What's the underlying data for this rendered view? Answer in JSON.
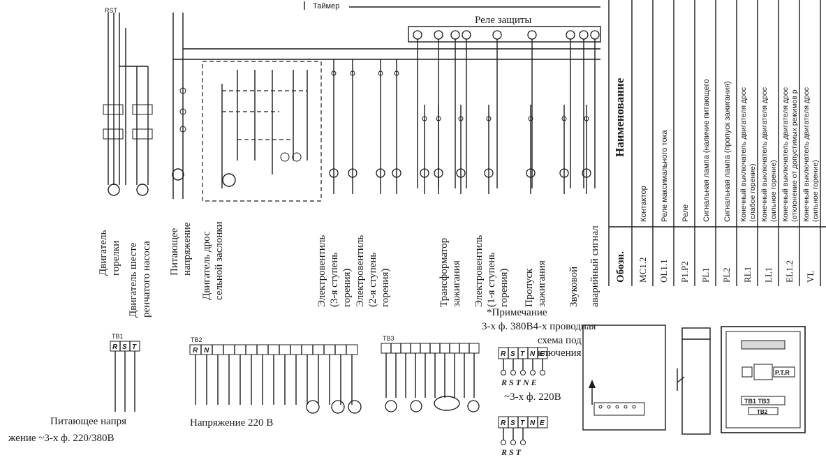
{
  "top_text": {
    "fragment": "Таймер"
  },
  "relay_box": {
    "title": "Реле защиты"
  },
  "vertical_labels": [
    "Двигатель горелки",
    "Двигатель шесте ренчатого насоса",
    "Питающее напряжение",
    "Двигатель дрос сельной заслонки",
    "Электровентиль (3-я ступень горения)",
    "Электровентиль (2-я ступень горения)",
    "Трансформатор зажигания",
    "Электровентиль (1-я ступень горения)",
    "Пропуск зажигания",
    "Звуковой",
    "аварийный сигнал"
  ],
  "bottom_labels": {
    "supply": "Питающее напря жение ~3-х ф. 220/380В",
    "voltage220": "Напряжение 220 В",
    "note_title": "*Примечание",
    "note_line1": "3-х ф. 380В4-х проводная",
    "note_line2": "схема под",
    "note_line3": "ключения",
    "note_220": "~3-х ф. 220В",
    "rst_top": "R S T N E",
    "rst_bottom": "R S T"
  },
  "terminal_blocks": {
    "tb1": [
      "R",
      "S",
      "T"
    ],
    "tb2": [
      "R",
      "N"
    ],
    "tb_note1": [
      "R",
      "S",
      "T",
      "N",
      "E"
    ],
    "tb_note2": [
      "R",
      "S",
      "T",
      "N",
      "E"
    ]
  },
  "panel": {
    "tb_a": "TB1 TB3",
    "tb_b": "TB2",
    "ptr": "P.T.R"
  },
  "legend": {
    "header_name": "Наименование",
    "header_code": "Обозн.",
    "rows": [
      {
        "code": "MC1.2",
        "name": "Контактор"
      },
      {
        "code": "OL1.1",
        "name": "Реле максимального тока"
      },
      {
        "code": "P1.P2",
        "name": "Реле"
      },
      {
        "code": "PL1",
        "name": "Сигнальная лампа (наличие питающего"
      },
      {
        "code": "PL2",
        "name": "Сигнальная лампа (пропуск зажигания)"
      },
      {
        "code": "RL1",
        "name": "Конечный выключатель двигателя дрос (слабое горение)"
      },
      {
        "code": "LL1",
        "name": "Конечный выключатель двигателя дрос (сильное горение)"
      },
      {
        "code": "EL1.2",
        "name": "Конечный выключатель двигателя дрос (отклонение от допустимых режимов р"
      },
      {
        "code": "VL",
        "name": "Конечный выключатель двигателя дрос (сильное горение)"
      }
    ]
  }
}
